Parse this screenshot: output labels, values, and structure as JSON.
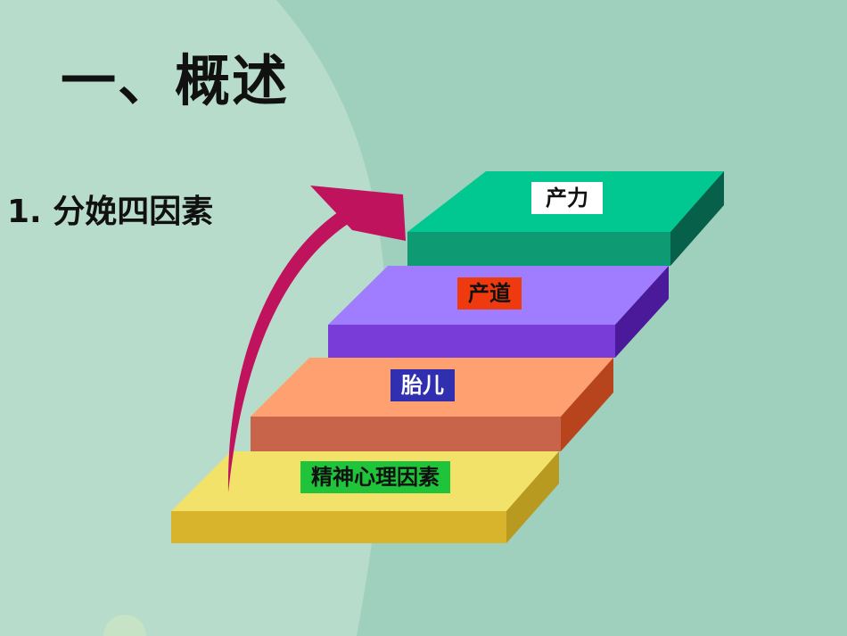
{
  "slide": {
    "title": "一、概述",
    "subtitle": "1. 分娩四因素"
  },
  "steps": [
    {
      "id": "psychological",
      "label": "精神心理因素",
      "label_bg": "#1fc43a",
      "label_fg": "#111111",
      "top": "#f2e26a",
      "front": "#d8b42c",
      "side": "#b89a20"
    },
    {
      "id": "fetus",
      "label": "胎儿",
      "label_bg": "#2f2fb0",
      "label_fg": "#ffffff",
      "top": "#ffa070",
      "front": "#c8644a",
      "side": "#b8441e"
    },
    {
      "id": "birth-canal",
      "label": "产道",
      "label_bg": "#ef3a10",
      "label_fg": "#111111",
      "top": "#a07cff",
      "front": "#7a3cd8",
      "side": "#4a1a9a"
    },
    {
      "id": "labor-force",
      "label": "产力",
      "label_bg": "#ffffff",
      "label_fg": "#111111",
      "top": "#00c890",
      "front": "#0e9a72",
      "side": "#06604a"
    }
  ],
  "arrow_color": "#c0135e"
}
